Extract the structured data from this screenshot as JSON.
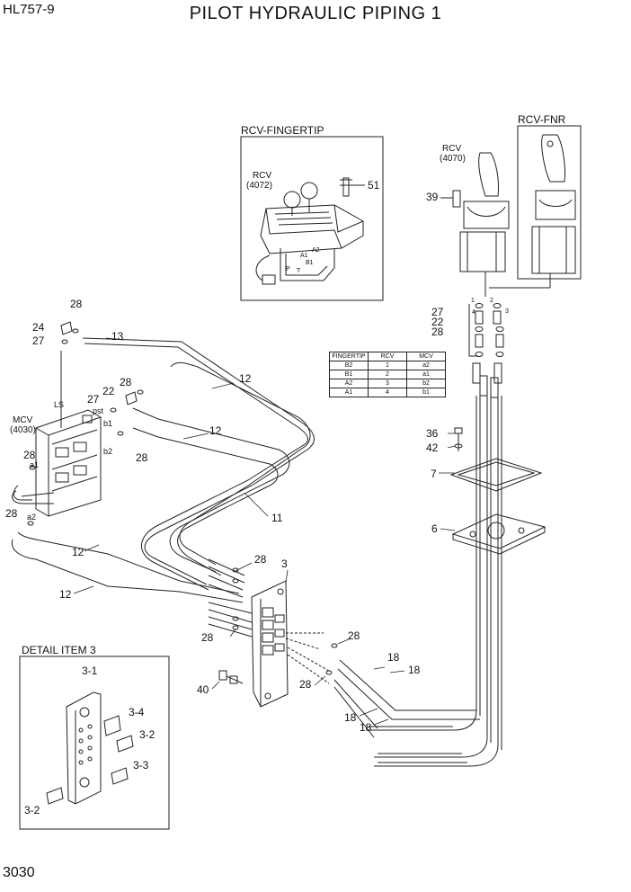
{
  "header": {
    "model": "HL757-9",
    "title": "PILOT HYDRAULIC PIPING 1"
  },
  "footer": {
    "page_number": "3030"
  },
  "boxes": {
    "rcv_fingertip": {
      "title": "RCV-FINGERTIP",
      "rcv_label": "RCV",
      "rcv_code": "(4072)",
      "part": "51"
    },
    "rcv_fnr": {
      "title": "RCV-FNR"
    },
    "rcv_lever": {
      "label": "RCV",
      "code": "(4070)"
    },
    "detail": {
      "title": "DETAIL ITEM 3"
    },
    "mcv": {
      "label": "MCV",
      "code": "(4030)"
    }
  },
  "port_labels": {
    "ls": "LS",
    "pst": "pst",
    "b1": "b1",
    "b2": "b2",
    "a1": "a1",
    "a2": "a2",
    "fp_a2": "A2",
    "fp_a1": "A1",
    "fp_b1": "B1",
    "fp_p": "P",
    "fp_t": "T",
    "p1": "1",
    "p2": "2",
    "p3": "3",
    "p4": "4"
  },
  "callouts": [
    {
      "id": "c28a",
      "text": "28"
    },
    {
      "id": "c24",
      "text": "24"
    },
    {
      "id": "c27a",
      "text": "27"
    },
    {
      "id": "c13",
      "text": "13"
    },
    {
      "id": "c12a",
      "text": "12"
    },
    {
      "id": "c28b",
      "text": "28"
    },
    {
      "id": "c22a",
      "text": "22"
    },
    {
      "id": "c27b",
      "text": "27"
    },
    {
      "id": "c12b",
      "text": "12"
    },
    {
      "id": "c28c",
      "text": "28"
    },
    {
      "id": "c28d",
      "text": "28"
    },
    {
      "id": "c28e",
      "text": "28"
    },
    {
      "id": "c11",
      "text": "11"
    },
    {
      "id": "c12c",
      "text": "12"
    },
    {
      "id": "c12d",
      "text": "12"
    },
    {
      "id": "c28f",
      "text": "28"
    },
    {
      "id": "c3",
      "text": "3"
    },
    {
      "id": "c28g",
      "text": "28"
    },
    {
      "id": "c28h",
      "text": "28"
    },
    {
      "id": "c28i",
      "text": "28"
    },
    {
      "id": "c40",
      "text": "40"
    },
    {
      "id": "c18a",
      "text": "18"
    },
    {
      "id": "c18b",
      "text": "18"
    },
    {
      "id": "c18c",
      "text": "18"
    },
    {
      "id": "c18d",
      "text": "18"
    },
    {
      "id": "c39",
      "text": "39"
    },
    {
      "id": "c27c",
      "text": "27"
    },
    {
      "id": "c22b",
      "text": "22"
    },
    {
      "id": "c28j",
      "text": "28"
    },
    {
      "id": "c36",
      "text": "36"
    },
    {
      "id": "c42",
      "text": "42"
    },
    {
      "id": "c7",
      "text": "7"
    },
    {
      "id": "c6",
      "text": "6"
    },
    {
      "id": "c31",
      "text": "3-1"
    },
    {
      "id": "c34",
      "text": "3-4"
    },
    {
      "id": "c32a",
      "text": "3-2"
    },
    {
      "id": "c33",
      "text": "3-3"
    },
    {
      "id": "c32b",
      "text": "3-2"
    }
  ],
  "port_table": {
    "headers": [
      "FINGERTIP",
      "RCV",
      "MCV"
    ],
    "rows": [
      [
        "B2",
        "1",
        "a2"
      ],
      [
        "B1",
        "2",
        "a1"
      ],
      [
        "A2",
        "3",
        "b2"
      ],
      [
        "A1",
        "4",
        "b1"
      ]
    ]
  }
}
